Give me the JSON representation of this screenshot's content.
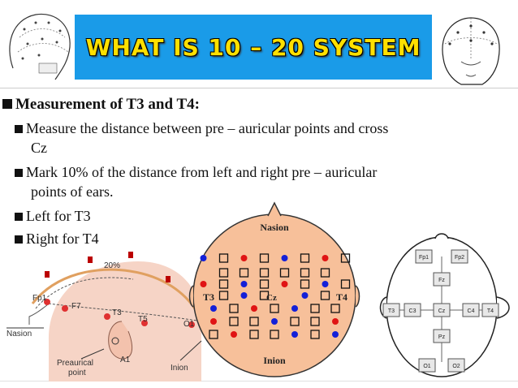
{
  "slide": {
    "title": "What is 10 – 20 system",
    "heading": "Measurement of T3 and T4:",
    "bullets": [
      {
        "line1": "Measure the distance between pre – auricular points and cross",
        "line2": "Cz"
      },
      {
        "line1": "Mark 10% of the distance from left and right pre – auricular",
        "line2": "points of ears."
      },
      {
        "line1": "Left for T3"
      },
      {
        "line1": "Right for T4"
      }
    ]
  },
  "figure_left": {
    "labels": {
      "percent": "20%",
      "fp1": "Fp1",
      "f7": "F7",
      "t3": "T3",
      "t5": "T5",
      "o1": "O1",
      "a1": "A1",
      "nasion": "Nasion",
      "preaurical": "Preaurical",
      "point": "point",
      "inion": "Inion"
    }
  },
  "figure_center": {
    "nasion": "Nasion",
    "inion": "Inion",
    "t3": "T3",
    "t4": "T4",
    "cz": "Cz",
    "colors": {
      "skin": "#f7c09a",
      "red": "#e01414",
      "blue": "#1420d8"
    }
  },
  "figure_right": {
    "labels": {
      "fp1": "Fp1",
      "fp2": "Fp2",
      "fz": "Fz",
      "t3": "T3",
      "c3": "C3",
      "cz": "Cz",
      "c4": "C4",
      "t4": "T4",
      "pz": "Pz",
      "o1": "O1",
      "o2": "O2"
    }
  },
  "colors": {
    "title_bg": "#1a9be8",
    "title_text": "#ffe000",
    "body_text": "#111111"
  }
}
